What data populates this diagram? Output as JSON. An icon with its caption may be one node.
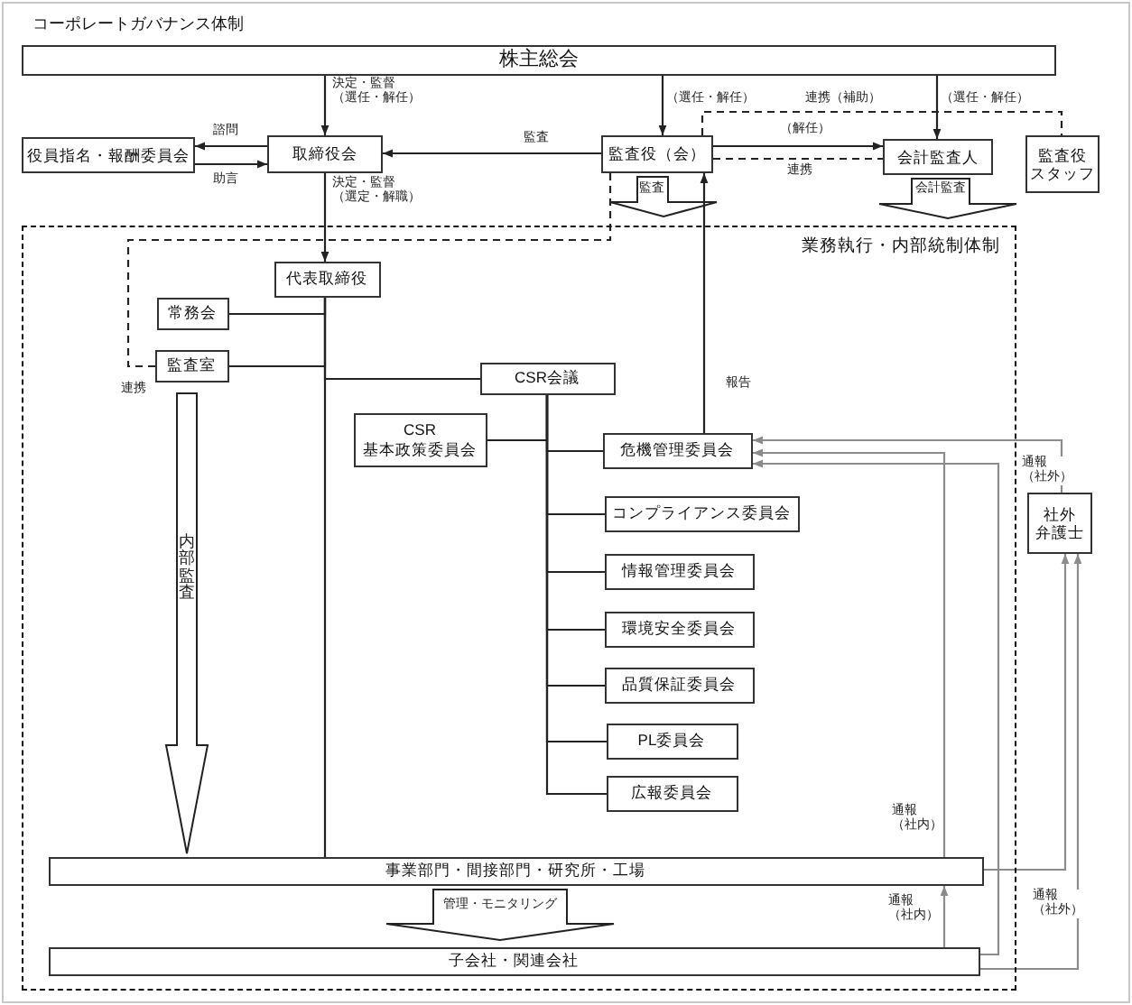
{
  "diagram": {
    "title": "コーポレートガバナンス体制",
    "nodes": [
      {
        "text": [
          "株主総会"
        ]
      },
      {
        "text": [
          "役員指名・報酬委員会"
        ]
      },
      {
        "text": [
          "取締役会"
        ]
      },
      {
        "text": [
          "監査役（会）"
        ]
      },
      {
        "text": [
          "会計監査人"
        ]
      },
      {
        "text": [
          "監査役スタッフ"
        ]
      },
      {
        "text": [
          "業務執行・内部統制体制"
        ]
      },
      {
        "text": [
          "代表取締役"
        ],
        "in": 6
      },
      {
        "text": [
          "常務会"
        ],
        "in": 6
      },
      {
        "text": [
          "監査室"
        ],
        "in": 6
      },
      {
        "text": [
          "CSR会議"
        ],
        "in": 6
      },
      {
        "text": [
          "CSR基本政策委員会"
        ],
        "in": 6
      },
      {
        "text": [
          "危機管理委員会"
        ],
        "in": 6
      },
      {
        "text": [
          "コンプライアンス委員会"
        ],
        "in": 6
      },
      {
        "text": [
          "情報管理委員会"
        ],
        "in": 6
      },
      {
        "text": [
          "環境安全委員会"
        ],
        "in": 6
      },
      {
        "text": [
          "品質保証委員会"
        ],
        "in": 6
      },
      {
        "text": [
          "PL委員会"
        ],
        "in": 6
      },
      {
        "text": [
          "広報委員会"
        ],
        "in": 6
      },
      {
        "text": [
          "社外弁護士"
        ]
      },
      {
        "text": [
          "事業部門・間接部門・研究所・工場"
        ],
        "in": 6
      },
      {
        "text": [
          "子会社・関連会社"
        ],
        "in": 6
      }
    ],
    "edges": [
      {
        "from": 0,
        "to": 2,
        "arrow": "to",
        "label": "決定・監督（選任・解任）"
      },
      {
        "from": 0,
        "to": 3,
        "arrow": "to",
        "label": "（選任・解任）"
      },
      {
        "from": 0,
        "to": 4,
        "arrow": "to",
        "label": "（選任・解任）"
      },
      {
        "from": 2,
        "to": 1,
        "arrow": "to",
        "label": "諮問"
      },
      {
        "from": 1,
        "to": 2,
        "arrow": "to",
        "label": "助言"
      },
      {
        "from": 3,
        "to": 2,
        "arrow": "to",
        "label": "監査"
      },
      {
        "from": 3,
        "to": 4,
        "arrow": "to",
        "label": "（解任）"
      },
      {
        "from": 3,
        "to": 4,
        "arrow": "none",
        "style": "dashed",
        "label": "連携"
      },
      {
        "from": 3,
        "to": 5,
        "arrow": "none",
        "style": "dashed",
        "label": "連携（補助）"
      },
      {
        "from": 3,
        "to": 6,
        "arrow": "to",
        "style": "thick",
        "label": "監査"
      },
      {
        "from": 4,
        "to": 6,
        "arrow": "to",
        "style": "thick",
        "label": "会計監査"
      },
      {
        "from": 2,
        "to": 7,
        "arrow": "to",
        "label": "決定・監督（選定・解職）"
      },
      {
        "from": 3,
        "to": 9,
        "arrow": "none",
        "style": "dashed",
        "label": "連携"
      },
      {
        "from": 7,
        "to": 8,
        "arrow": "none"
      },
      {
        "from": 7,
        "to": 9,
        "arrow": "none"
      },
      {
        "from": 7,
        "to": 10,
        "arrow": "none"
      },
      {
        "from": 7,
        "to": 20,
        "arrow": "none"
      },
      {
        "from": 10,
        "to": 11,
        "arrow": "none"
      },
      {
        "from": 10,
        "to": 12,
        "arrow": "none"
      },
      {
        "from": 10,
        "to": 13,
        "arrow": "none"
      },
      {
        "from": 10,
        "to": 14,
        "arrow": "none"
      },
      {
        "from": 10,
        "to": 15,
        "arrow": "none"
      },
      {
        "from": 10,
        "to": 16,
        "arrow": "none"
      },
      {
        "from": 10,
        "to": 17,
        "arrow": "none"
      },
      {
        "from": 10,
        "to": 18,
        "arrow": "none"
      },
      {
        "from": 9,
        "to": 20,
        "arrow": "to",
        "style": "thick",
        "label": "内部監査"
      },
      {
        "from": 12,
        "to": 3,
        "arrow": "to",
        "label": "報告"
      },
      {
        "from": 19,
        "to": 12,
        "arrow": "to",
        "color": "#8c8c8c",
        "label": "通報（社外）"
      },
      {
        "from": 20,
        "to": 12,
        "arrow": "to",
        "color": "#8c8c8c",
        "label": "通報（社内）"
      },
      {
        "from": 21,
        "to": 12,
        "arrow": "to",
        "color": "#8c8c8c"
      },
      {
        "from": 21,
        "to": 20,
        "arrow": "to",
        "color": "#8c8c8c",
        "label": "通報（社内）"
      },
      {
        "from": 20,
        "to": 19,
        "arrow": "to",
        "color": "#8c8c8c"
      },
      {
        "from": 21,
        "to": 19,
        "arrow": "to",
        "color": "#8c8c8c",
        "label": "通報（社外）"
      },
      {
        "from": 20,
        "to": 21,
        "arrow": "to",
        "style": "thick",
        "label": "管理・モニタリング"
      }
    ]
  }
}
